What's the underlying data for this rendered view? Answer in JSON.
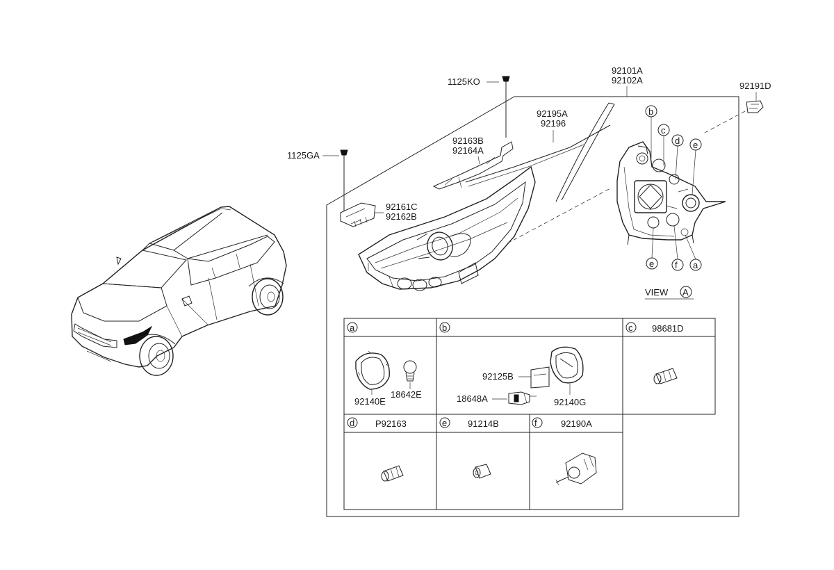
{
  "main_labels": {
    "assembly_1": "92101A",
    "assembly_2": "92102A",
    "cover_1": "92195A",
    "cover_2": "92196",
    "screw_top": "1125KO",
    "screw_left": "1125GA",
    "bracket_1": "92163B",
    "bracket_2": "92164A",
    "module_1": "92161C",
    "module_2": "92162B",
    "connector": "92191D",
    "view_label": "VIEW",
    "view_letter": "A"
  },
  "callout_letters": {
    "b_top": "b",
    "c_top": "c",
    "d_top": "d",
    "e_top": "e",
    "e_bottom": "e",
    "f_bottom": "f",
    "a_bottom": "a"
  },
  "table": {
    "cell_a": {
      "letter": "a",
      "code": "",
      "parts": [
        "92140E",
        "18642E"
      ]
    },
    "cell_b": {
      "letter": "b",
      "code": "",
      "parts": [
        "92125B",
        "18648A",
        "92140G"
      ]
    },
    "cell_c": {
      "letter": "c",
      "code": "98681D"
    },
    "cell_d": {
      "letter": "d",
      "code": "P92163"
    },
    "cell_e": {
      "letter": "e",
      "code": "91214B"
    },
    "cell_f": {
      "letter": "f",
      "code": "92190A"
    }
  }
}
